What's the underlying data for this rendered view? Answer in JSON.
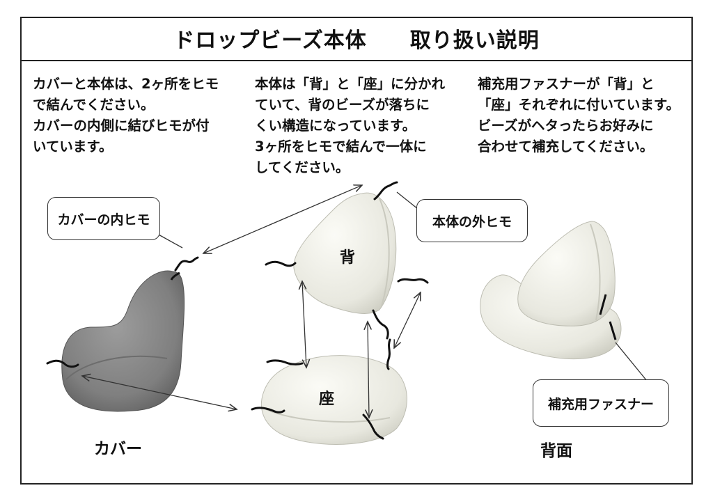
{
  "title": "ドロップビーズ本体　　取り扱い説明",
  "instructions": {
    "left": [
      "カバーと本体は、2ヶ所をヒモ",
      "で結んでください。",
      "カバーの内側に結びヒモが付",
      "いています。"
    ],
    "middle": [
      "本体は「背」と「座」に分かれ",
      "ていて、背のビーズが落ちに",
      "くい構造になっています。",
      "3ヶ所をヒモで結んで一体に",
      "してください。"
    ],
    "right": [
      "補充用ファスナーが「背」と",
      "「座」それぞれに付いています。",
      "ビーズがヘタったらお好みに",
      "合わせて補充してください。"
    ]
  },
  "callouts": {
    "cover_inner_string": "カバーの内ヒモ",
    "body_outer_string": "本体の外ヒモ",
    "refill_zipper": "補充用ファスナー"
  },
  "part_labels": {
    "back": "背",
    "seat": "座"
  },
  "captions": {
    "cover": "カバー",
    "rear_view": "背面"
  },
  "colors": {
    "cover_gray": "#8a8a8a",
    "body_cream": "#eeeee6",
    "line": "#111111"
  }
}
